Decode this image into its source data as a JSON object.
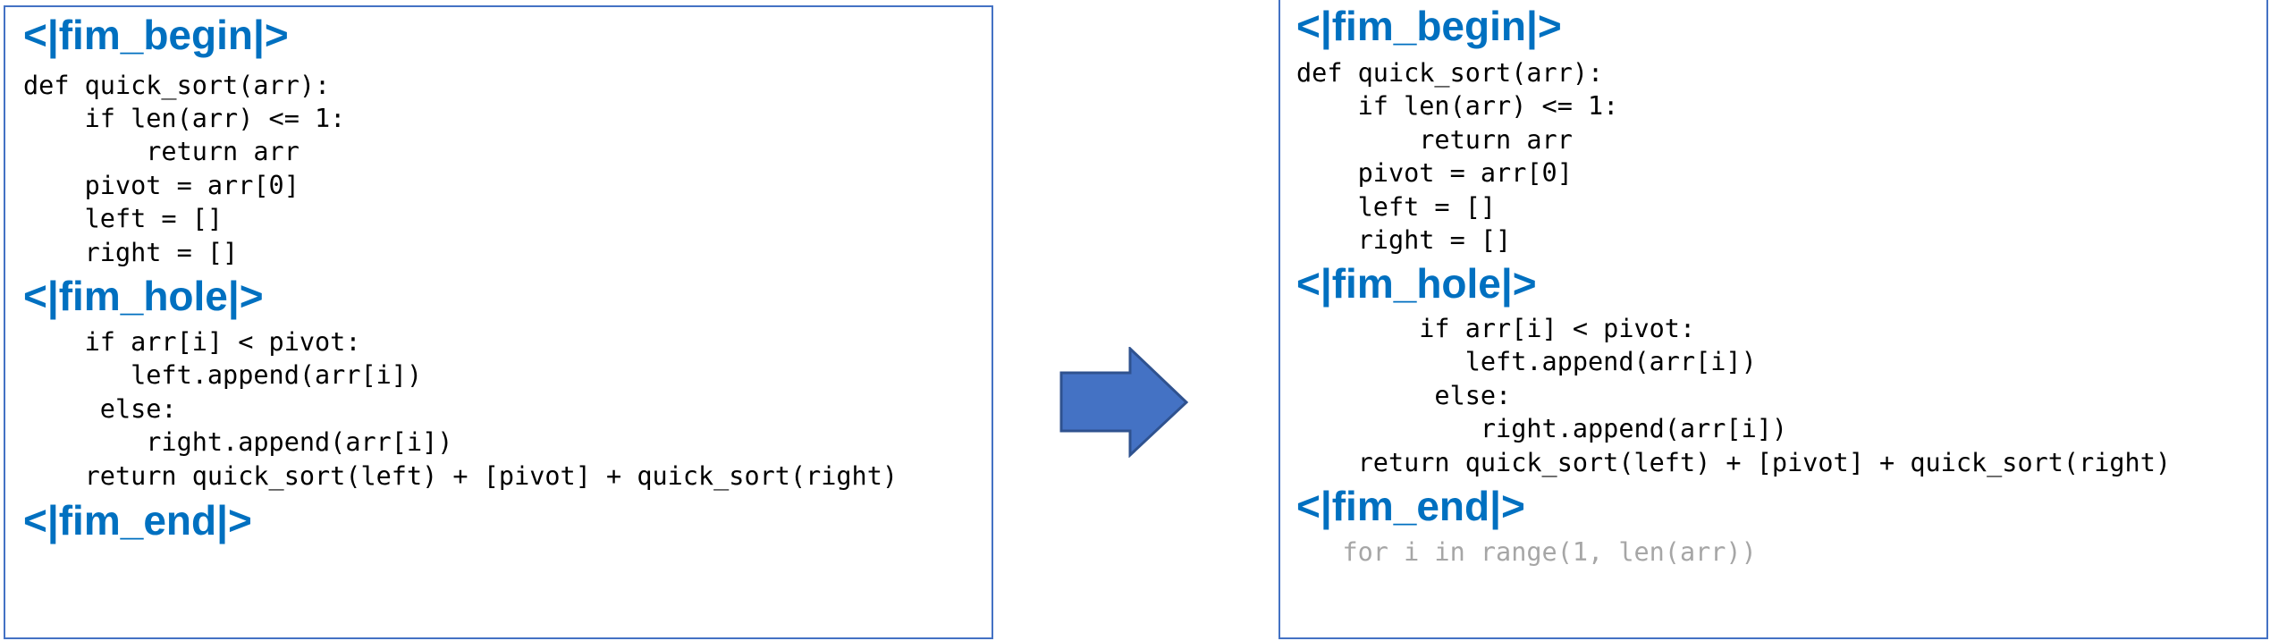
{
  "fim_tokens": {
    "begin": "<|fim_begin|>",
    "hole": "<|fim_hole|>",
    "end": "<|fim_end|>"
  },
  "left_panel": {
    "prefix_lines": [
      "def quick_sort(arr):",
      "    if len(arr) <= 1:",
      "        return arr",
      "    pivot = arr[0]",
      "    left = []",
      "    right = []"
    ],
    "suffix_lines": [
      "    if arr[i] < pivot:",
      "       left.append(arr[i])",
      "     else:",
      "        right.append(arr[i])",
      "    return quick_sort(left) + [pivot] + quick_sort(right)"
    ]
  },
  "right_panel": {
    "prefix_lines": [
      "def quick_sort(arr):",
      "    if len(arr) <= 1:",
      "        return arr",
      "    pivot = arr[0]",
      "    left = []",
      "    right = []"
    ],
    "suffix_lines": [
      "        if arr[i] < pivot:",
      "           left.append(arr[i])",
      "         else:",
      "            right.append(arr[i])",
      "    return quick_sort(left) + [pivot] + quick_sort(right)"
    ],
    "completion": "   for i in range(1, len(arr))"
  },
  "colors": {
    "token": "#0070c0",
    "border": "#4472c4",
    "arrow_fill": "#4472c4",
    "arrow_stroke": "#2f528f",
    "ghost_text": "#a6a6a6"
  },
  "icons": {
    "arrow": "right-arrow-icon"
  }
}
